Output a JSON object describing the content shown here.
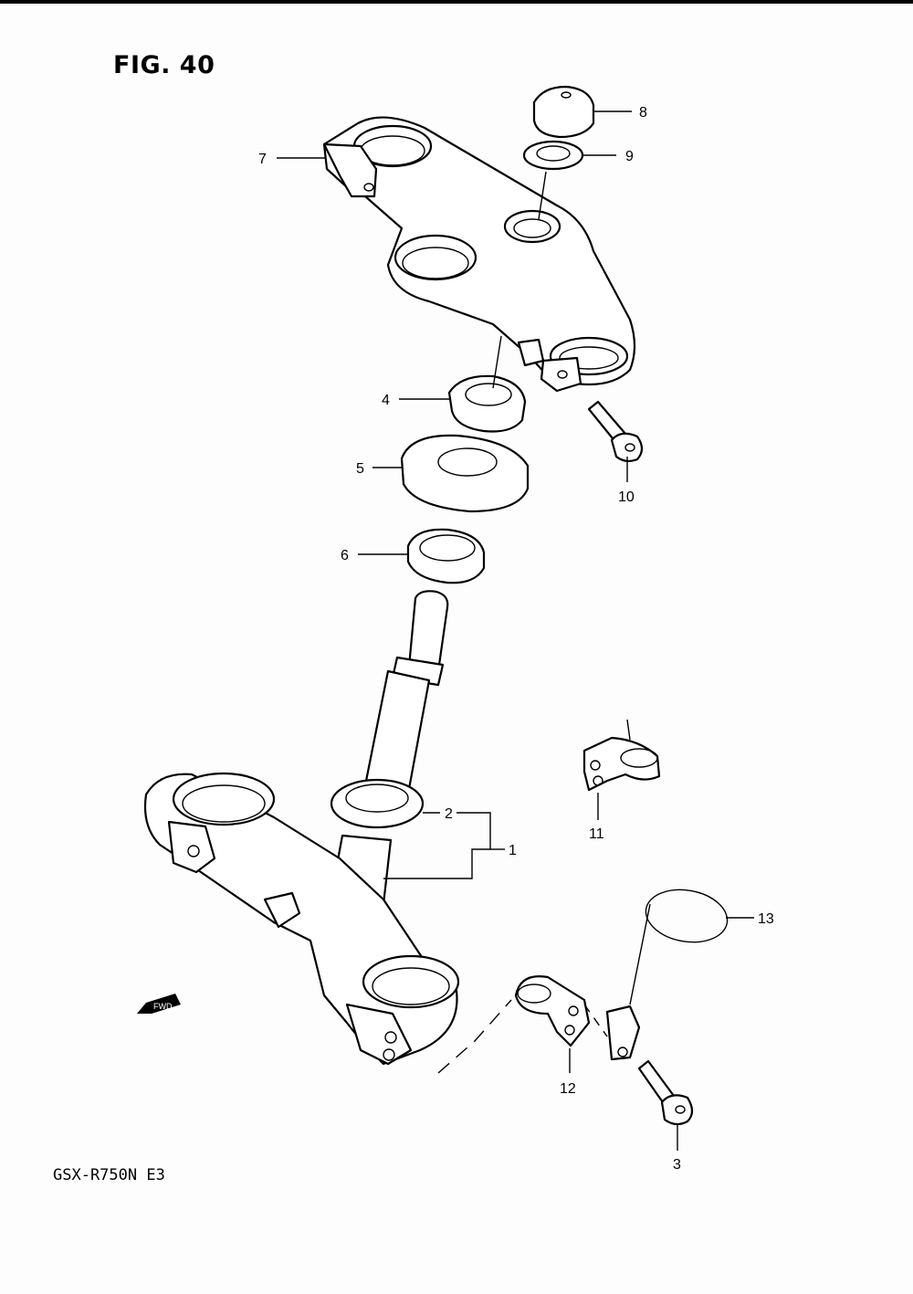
{
  "figure": {
    "title": "FIG. 40",
    "model": "GSX-R750N E3",
    "fwd_label": "FWD"
  },
  "callouts": [
    "1",
    "2",
    "3",
    "4",
    "5",
    "6",
    "7",
    "8",
    "9",
    "10",
    "11",
    "12",
    "13"
  ],
  "parts": [
    {
      "id": "upper-bracket",
      "callout": "7"
    },
    {
      "id": "cap-nut",
      "callout": "8"
    },
    {
      "id": "washer",
      "callout": "9"
    },
    {
      "id": "stem-nut",
      "callout": "4"
    },
    {
      "id": "dust-seal",
      "callout": "5"
    },
    {
      "id": "upper-bearing",
      "callout": "6"
    },
    {
      "id": "clamp-bolt-upper",
      "callout": "10"
    },
    {
      "id": "steering-stem-lower-bracket",
      "callout": "1"
    },
    {
      "id": "lower-bearing",
      "callout": "2"
    },
    {
      "id": "hose-clamp-11",
      "callout": "11"
    },
    {
      "id": "hose-clamp-12",
      "callout": "12"
    },
    {
      "id": "bolt-3",
      "callout": "3"
    },
    {
      "id": "wire-guide-13",
      "callout": "13"
    }
  ]
}
